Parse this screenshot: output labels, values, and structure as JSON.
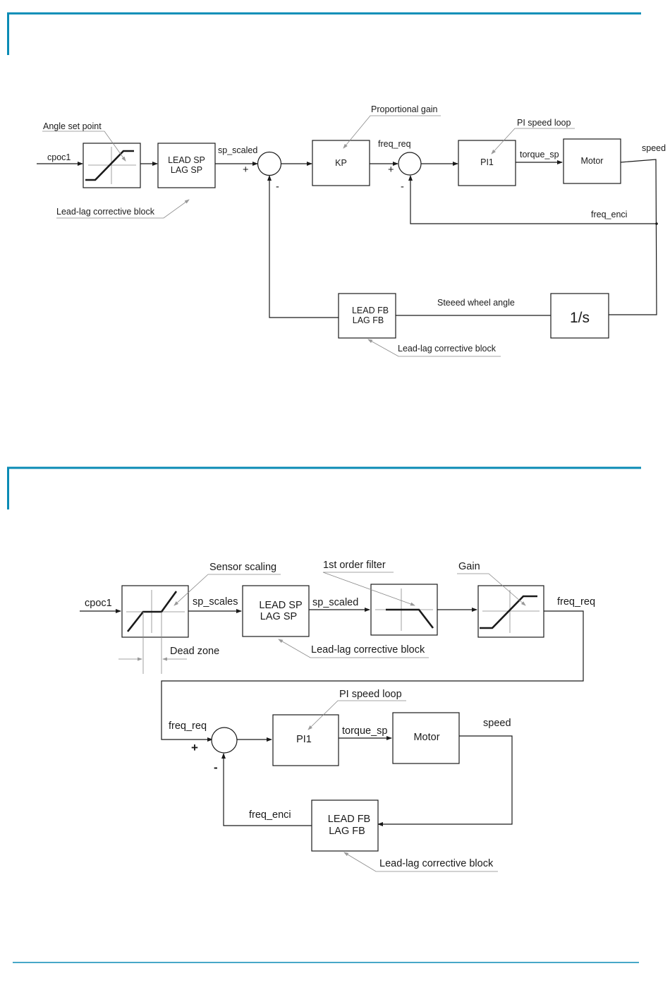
{
  "colors": {
    "accent": "#0a8bb5",
    "line": "#1a1a1a",
    "leader": "#888888"
  },
  "diagram1": {
    "labels": {
      "input": "cpoc1",
      "angle_set_point": "Angle set point",
      "lead_sp_1": "LEAD SP",
      "lag_sp_1": "LAG SP",
      "sp_scaled": "sp_scaled",
      "lead_lag_note_top": "Lead-lag corrective block",
      "proportional_gain": "Proportional gain",
      "kp": "KP",
      "freq_req": "freq_req",
      "pi_speed_loop": "PI speed loop",
      "pi1": "PI1",
      "torque_sp": "torque_sp",
      "motor": "Motor",
      "speed": "speed",
      "freq_enci": "freq_enci",
      "lead_fb_1": "LEAD FB",
      "lag_fb_1": "LAG FB",
      "steered_wheel_angle": "Steeed wheel angle",
      "integrator": "1/s",
      "lead_lag_note_bottom": "Lead-lag corrective block",
      "plus_1": "+",
      "minus_1": "-",
      "plus_2": "+",
      "minus_2": "-"
    }
  },
  "diagram2": {
    "labels": {
      "input": "cpoc1",
      "sensor_scaling": "Sensor scaling",
      "sp_scales": "sp_scales",
      "dead_zone": "Dead zone",
      "lead_sp_1": "LEAD SP",
      "lag_sp_1": "LAG SP",
      "sp_scaled": "sp_scaled",
      "lead_lag_note_top": "Lead-lag corrective block",
      "first_order_filter": "1st order filter",
      "gain": "Gain",
      "freq_req_out": "freq_req",
      "freq_req_in": "freq_req",
      "pi_speed_loop": "PI speed loop",
      "pi1": "PI1",
      "torque_sp": "torque_sp",
      "motor": "Motor",
      "speed": "speed",
      "freq_enci": "freq_enci",
      "lead_fb_1": "LEAD FB",
      "lag_fb_1": "LAG FB",
      "lead_lag_note_bottom": "Lead-lag corrective block",
      "plus": "+",
      "minus": "-"
    }
  }
}
